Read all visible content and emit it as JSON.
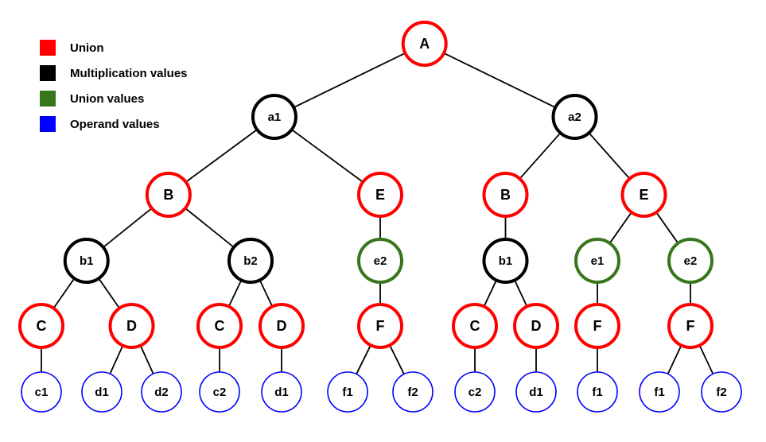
{
  "colors": {
    "union": "#ff0000",
    "multiplication_values": "#000000",
    "union_values": "#38761d",
    "operand_values": "#0000ff"
  },
  "legend": [
    {
      "label": "Union",
      "color": "#ff0000"
    },
    {
      "label": "Multiplication values",
      "color": "#000000"
    },
    {
      "label": "Union values",
      "color": "#38761d"
    },
    {
      "label": "Operand values",
      "color": "#0000ff"
    }
  ],
  "tree": {
    "label": "A",
    "kind": "union",
    "children": [
      {
        "label": "a1",
        "kind": "multiplication_values",
        "children": [
          {
            "label": "B",
            "kind": "union",
            "children": [
              {
                "label": "b1",
                "kind": "multiplication_values",
                "children": [
                  {
                    "label": "C",
                    "kind": "union",
                    "children": [
                      {
                        "label": "c1",
                        "kind": "operand_values"
                      }
                    ]
                  },
                  {
                    "label": "D",
                    "kind": "union",
                    "children": [
                      {
                        "label": "d1",
                        "kind": "operand_values"
                      },
                      {
                        "label": "d2",
                        "kind": "operand_values"
                      }
                    ]
                  }
                ]
              },
              {
                "label": "b2",
                "kind": "multiplication_values",
                "children": [
                  {
                    "label": "C",
                    "kind": "union",
                    "children": [
                      {
                        "label": "c2",
                        "kind": "operand_values"
                      }
                    ]
                  },
                  {
                    "label": "D",
                    "kind": "union",
                    "children": [
                      {
                        "label": "d1",
                        "kind": "operand_values"
                      }
                    ]
                  }
                ]
              }
            ]
          },
          {
            "label": "E",
            "kind": "union",
            "children": [
              {
                "label": "e2",
                "kind": "union_values",
                "children": [
                  {
                    "label": "F",
                    "kind": "union",
                    "children": [
                      {
                        "label": "f1",
                        "kind": "operand_values"
                      },
                      {
                        "label": "f2",
                        "kind": "operand_values"
                      }
                    ]
                  }
                ]
              }
            ]
          }
        ]
      },
      {
        "label": "a2",
        "kind": "multiplication_values",
        "children": [
          {
            "label": "B",
            "kind": "union",
            "children": [
              {
                "label": "b1",
                "kind": "multiplication_values",
                "children": [
                  {
                    "label": "C",
                    "kind": "union",
                    "children": [
                      {
                        "label": "c2",
                        "kind": "operand_values"
                      }
                    ]
                  },
                  {
                    "label": "D",
                    "kind": "union",
                    "children": [
                      {
                        "label": "d1",
                        "kind": "operand_values"
                      }
                    ]
                  }
                ]
              }
            ]
          },
          {
            "label": "E",
            "kind": "union",
            "children": [
              {
                "label": "e1",
                "kind": "union_values",
                "children": [
                  {
                    "label": "F",
                    "kind": "union",
                    "children": [
                      {
                        "label": "f1",
                        "kind": "operand_values"
                      }
                    ]
                  }
                ]
              },
              {
                "label": "e2",
                "kind": "union_values",
                "children": [
                  {
                    "label": "F",
                    "kind": "union",
                    "children": [
                      {
                        "label": "f1",
                        "kind": "operand_values"
                      },
                      {
                        "label": "f2",
                        "kind": "operand_values"
                      }
                    ]
                  }
                ]
              }
            ]
          }
        ]
      }
    ]
  }
}
